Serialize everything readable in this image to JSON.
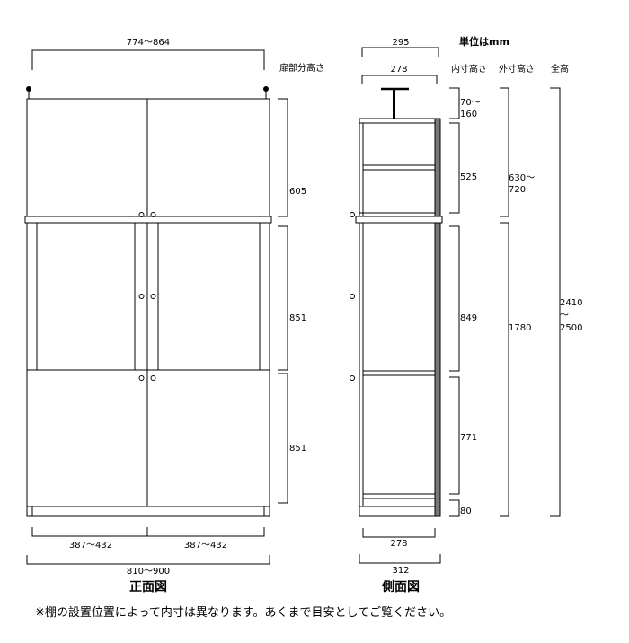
{
  "unit_label": "単位はmm",
  "front": {
    "title": "正面図",
    "top_width": "774～864",
    "door_height_header": "扉部分高さ",
    "section_heights": [
      "605",
      "851",
      "851"
    ],
    "door_widths": [
      "387～432",
      "387～432"
    ],
    "total_width": "810～900"
  },
  "side": {
    "title": "側面図",
    "top_depth": "295",
    "inner_depth_top": "278",
    "inner_depth_bottom": "278",
    "total_depth": "312",
    "headers": {
      "inner": "内寸高さ",
      "outer": "外寸高さ",
      "total": "全高"
    },
    "inner_heights": [
      "70～\n160",
      "525",
      "849",
      "771",
      "80"
    ],
    "outer_heights": [
      "630～\n720",
      "1780"
    ],
    "total_height": "2410\n～\n2500"
  },
  "note": "※棚の設置位置によって内寸は異なります。あくまで目安としてご覧ください。"
}
